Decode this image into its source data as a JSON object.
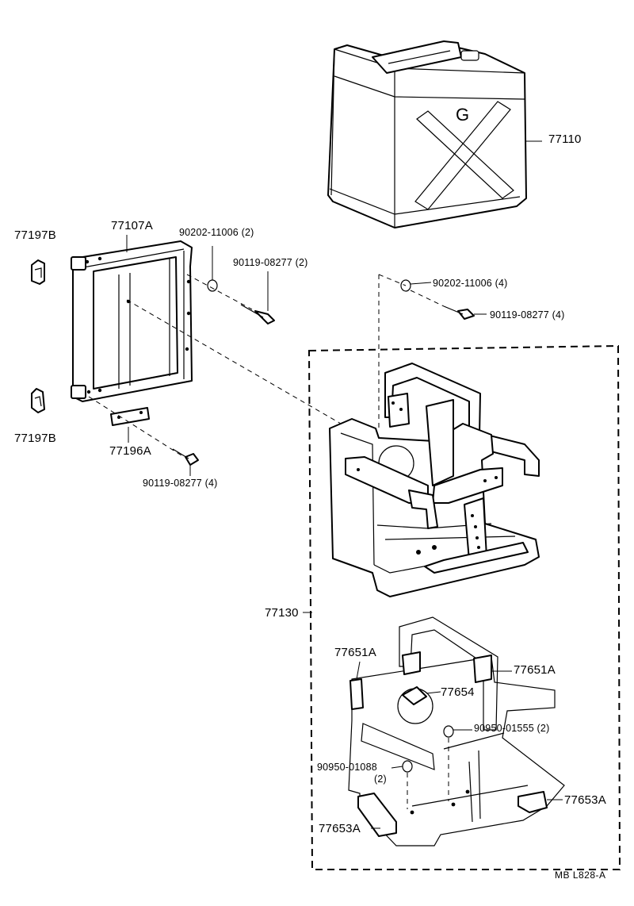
{
  "labels": {
    "p77110": "77110",
    "p77197b_top": "77197B",
    "p77197b_bottom": "77197B",
    "p77107a": "77107A",
    "p77196a": "77196A",
    "p77130": "77130",
    "p77651a_left": "77651A",
    "p77651a_right": "77651A",
    "p77654": "77654",
    "p77653a_left": "77653A",
    "p77653a_right": "77653A",
    "nut_left": "90202-11006 (2)",
    "bolt_left_top": "90119-08277 (2)",
    "bolt_left_bottom": "90119-08277 (4)",
    "nut_right": "90202-11006 (4)",
    "bolt_right": "90119-08277 (4)",
    "plug_right": "90950-01555 (2)",
    "plug_left": "90950-01088",
    "plug_left_qty": "(2)",
    "can_mark": "G"
  },
  "diagram_ref": "MB L828-A"
}
